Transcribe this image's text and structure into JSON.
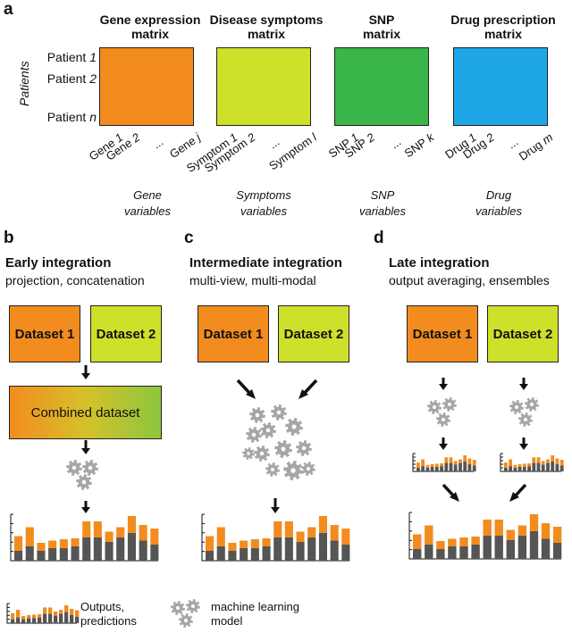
{
  "panels": {
    "a": "a",
    "b": "b",
    "c": "c",
    "d": "d"
  },
  "patients_axis_label": "Patients",
  "patient_rows": [
    {
      "prefix": "Patient ",
      "index": "1"
    },
    {
      "prefix": "Patient ",
      "index": "2"
    },
    {
      "prefix": "Patient ",
      "index": "n"
    }
  ],
  "matrices": [
    {
      "title_l1": "Gene expression",
      "title_l2": "matrix",
      "color": "#f28c1e",
      "columns": [
        {
          "prefix": "Gene ",
          "index": "1"
        },
        {
          "prefix": "Gene ",
          "index": "2"
        },
        {
          "prefix": "...",
          "index": ""
        },
        {
          "prefix": "Gene ",
          "index": "j"
        }
      ],
      "var_l1": "Gene",
      "var_l2": "variables"
    },
    {
      "title_l1": "Disease symptoms",
      "title_l2": "matrix",
      "color": "#cde02a",
      "columns": [
        {
          "prefix": "Symptom ",
          "index": "1"
        },
        {
          "prefix": "Symptom ",
          "index": "2"
        },
        {
          "prefix": "...",
          "index": ""
        },
        {
          "prefix": "Symptom ",
          "index": "l"
        }
      ],
      "var_l1": "Symptoms",
      "var_l2": "variables"
    },
    {
      "title_l1": "SNP",
      "title_l2": "matrix",
      "color": "#3ab54a",
      "columns": [
        {
          "prefix": "SNP ",
          "index": "1"
        },
        {
          "prefix": "SNP ",
          "index": "2"
        },
        {
          "prefix": "...",
          "index": ""
        },
        {
          "prefix": "SNP ",
          "index": "k"
        }
      ],
      "var_l1": "SNP",
      "var_l2": "variables"
    },
    {
      "title_l1": "Drug prescription",
      "title_l2": "matrix",
      "color": "#1ea6e6",
      "columns": [
        {
          "prefix": "Drug ",
          "index": "1"
        },
        {
          "prefix": "Drug ",
          "index": "2"
        },
        {
          "prefix": "...",
          "index": ""
        },
        {
          "prefix": "Drug ",
          "index": "m"
        }
      ],
      "var_l1": "Drug",
      "var_l2": "variables"
    }
  ],
  "early": {
    "title": "Early integration",
    "subtitle": "projection, concatenation",
    "combined": "Combined dataset"
  },
  "intermediate": {
    "title": "Intermediate integration",
    "subtitle": "multi-view, multi-modal"
  },
  "late": {
    "title": "Late integration",
    "subtitle": "output averaging, ensembles"
  },
  "datasets": {
    "d1": "Dataset 1",
    "d2": "Dataset 2"
  },
  "legend": {
    "outputs_l1": "Outputs,",
    "outputs_l2": "predictions",
    "model_l1": "machine learning",
    "model_l2": "model"
  },
  "colors": {
    "orange": "#f28c1e",
    "yellow_green": "#cde02a",
    "green": "#3ab54a",
    "blue": "#1ea6e6",
    "gray_bar": "#555555",
    "gear": "#a6a6a8"
  },
  "output_bars": {
    "gray": [
      0.22,
      0.32,
      0.22,
      0.28,
      0.28,
      0.32,
      0.52,
      0.52,
      0.42,
      0.52,
      0.62,
      0.45,
      0.36
    ],
    "total": [
      0.55,
      0.75,
      0.4,
      0.45,
      0.48,
      0.5,
      0.88,
      0.88,
      0.65,
      0.75,
      1.0,
      0.8,
      0.72
    ]
  }
}
